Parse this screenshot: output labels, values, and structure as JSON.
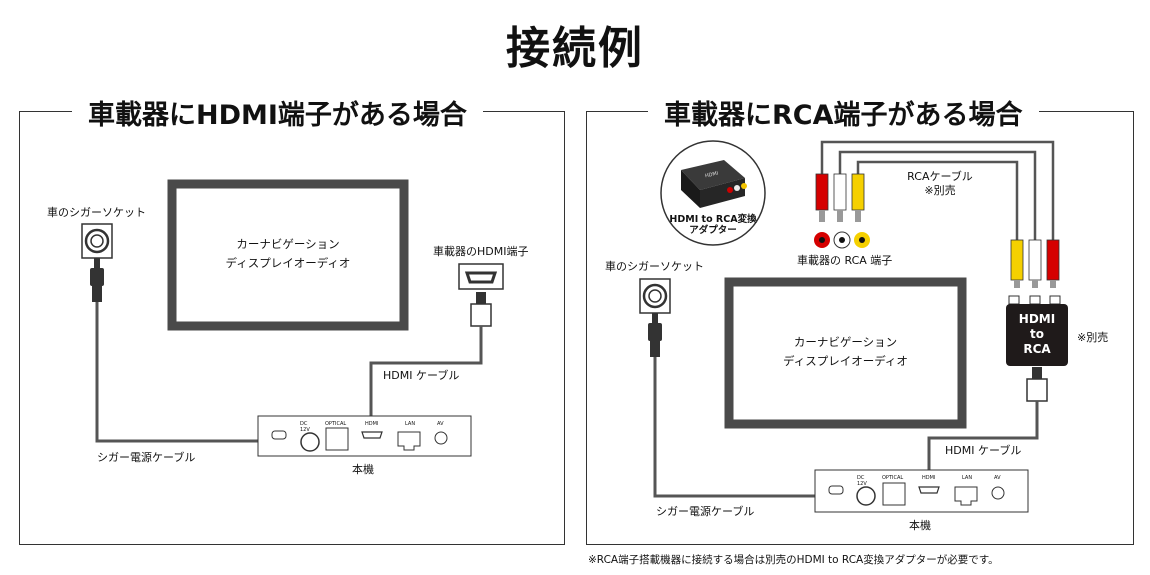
{
  "main_title": "接続例",
  "left": {
    "title": "車載器にHDMI端子がある場合",
    "cigar_socket_label": "車のシガーソケット",
    "screen_line1": "カーナビゲーション",
    "screen_line2": "ディスプレイオーディオ",
    "vehicle_hdmi_label": "車載器のHDMI端子",
    "hdmi_cable_label": "HDMI ケーブル",
    "cigar_cable_label": "シガー電源ケーブル",
    "unit_label": "本機",
    "ports": [
      "DC 12V",
      "OPTICAL",
      "HDMI",
      "LAN",
      "AV"
    ]
  },
  "right": {
    "title": "車載器にRCA端子がある場合",
    "adapter_line1": "HDMI to RCA変換",
    "adapter_line2": "アダプター",
    "rca_cable_label": "RCAケーブル",
    "rca_cable_sold": "※別売",
    "vehicle_rca_label": "車載器の RCA 端子",
    "cigar_socket_label": "車のシガーソケット",
    "screen_line1": "カーナビゲーション",
    "screen_line2": "ディスプレイオーディオ",
    "converter_line1": "HDMI",
    "converter_line2": "to",
    "converter_line3": "RCA",
    "converter_sold": "※別売",
    "hdmi_cable_label": "HDMI ケーブル",
    "cigar_cable_label": "シガー電源ケーブル",
    "unit_label": "本機",
    "ports": [
      "DC 12V",
      "OPTICAL",
      "HDMI",
      "LAN",
      "AV"
    ],
    "adapter_device_text": "HDMI"
  },
  "footnote": "※RCA端子搭載機器に接続する場合は別売のHDMI to RCA変換アダプターが必要です。",
  "colors": {
    "cable": "#555555",
    "rca_red": "#d50000",
    "rca_white": "#ffffff",
    "rca_yellow": "#f5d000",
    "screen_frame": "#4a4a4a",
    "converter": "#1f1a1a"
  }
}
